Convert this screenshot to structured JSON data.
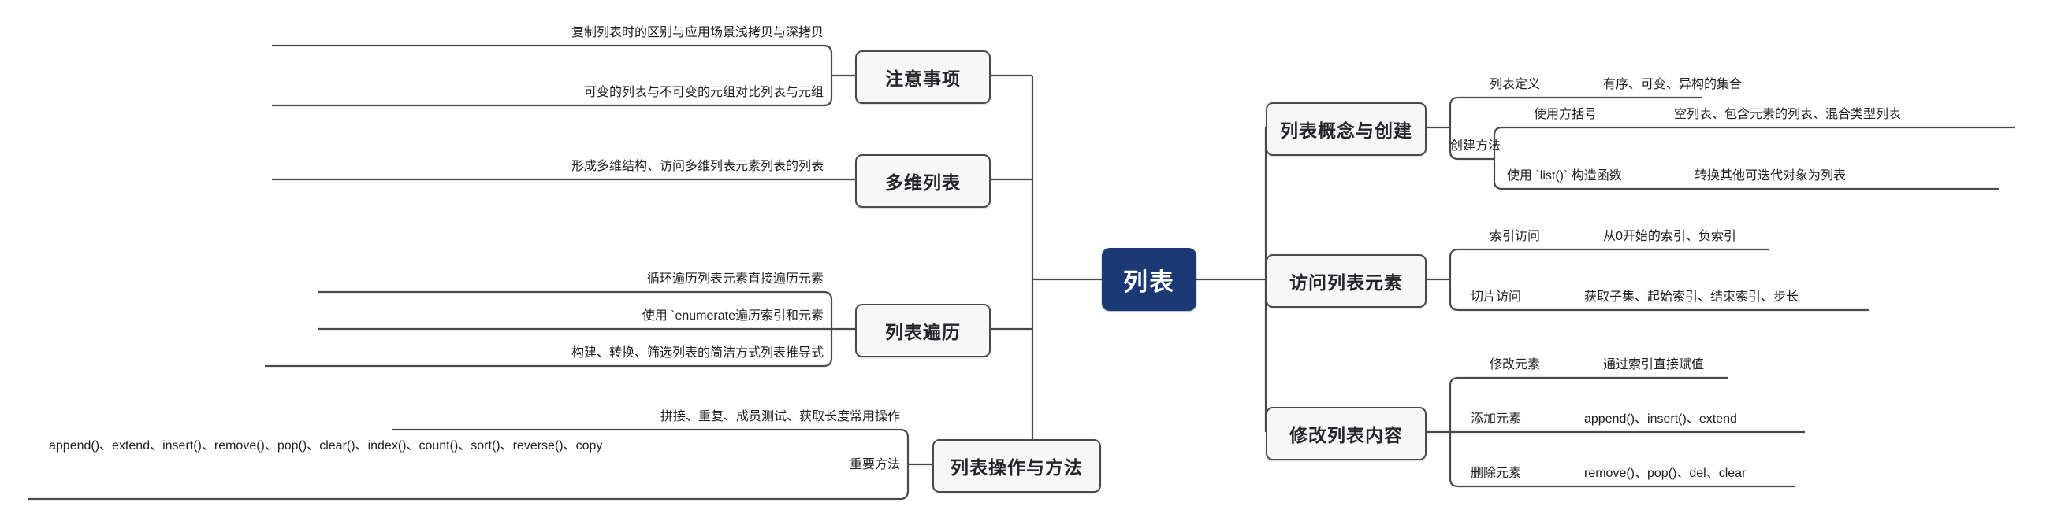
{
  "root": {
    "label": "列表"
  },
  "left_branches": [
    {
      "id": "notes",
      "label": "注意事项",
      "leaves": [
        {
          "detail": "复制列表时的区别与应用场景",
          "topic": "浅拷贝与深拷贝"
        },
        {
          "detail": "可变的列表与不可变的元组对比",
          "topic": "列表与元组"
        }
      ]
    },
    {
      "id": "multidim",
      "label": "多维列表",
      "leaves": [
        {
          "detail": "形成多维结构、访问多维列表元素",
          "topic": "列表的列表"
        }
      ]
    },
    {
      "id": "iterate",
      "label": "列表遍历",
      "leaves": [
        {
          "detail": "循环遍历列表元素",
          "topic": "直接遍历元素"
        },
        {
          "detail": "使用 `enumerate",
          "topic": "遍历索引和元素"
        },
        {
          "detail": "构建、转换、筛选列表的简洁方式",
          "topic": "列表推导式"
        }
      ]
    },
    {
      "id": "operations",
      "label": "列表操作与方法",
      "leaves": [
        {
          "detail": "拼接、重复、成员测试、获取长度",
          "topic": "常用操作"
        },
        {
          "detail": "append()、extend、insert()、remove()、pop()、clear()、index()、count()、sort()、reverse()、copy",
          "topic": "重要方法"
        }
      ]
    }
  ],
  "right_branches": [
    {
      "id": "concept",
      "label": "列表概念与创建",
      "leaves": [
        {
          "topic": "列表定义",
          "detail": "有序、可变、异构的集合"
        },
        {
          "topic": "创建方法",
          "detail": ""
        }
      ],
      "sub_leaves": [
        {
          "topic": "使用方括号",
          "detail": "空列表、包含元素的列表、混合类型列表"
        },
        {
          "topic": "使用 `list()` 构造函数",
          "detail": "转换其他可迭代对象为列表"
        }
      ]
    },
    {
      "id": "access",
      "label": "访问列表元素",
      "leaves": [
        {
          "topic": "索引访问",
          "detail": "从0开始的索引、负索引"
        },
        {
          "topic": "切片访问",
          "detail": "获取子集、起始索引、结束索引、步长"
        }
      ]
    },
    {
      "id": "modify",
      "label": "修改列表内容",
      "leaves": [
        {
          "topic": "修改元素",
          "detail": "通过索引直接赋值"
        },
        {
          "topic": "添加元素",
          "detail": "append()、insert()、extend"
        },
        {
          "topic": "删除元素",
          "detail": "remove()、pop()、del、clear"
        }
      ]
    }
  ],
  "colors": {
    "root_fill": "#1b3a75",
    "root_text": "#ffffff",
    "branch_fill": "#f7f7f7",
    "branch_border": "#4a4a4a",
    "link": "#4a4a4a",
    "text": "#1f1f1f"
  }
}
